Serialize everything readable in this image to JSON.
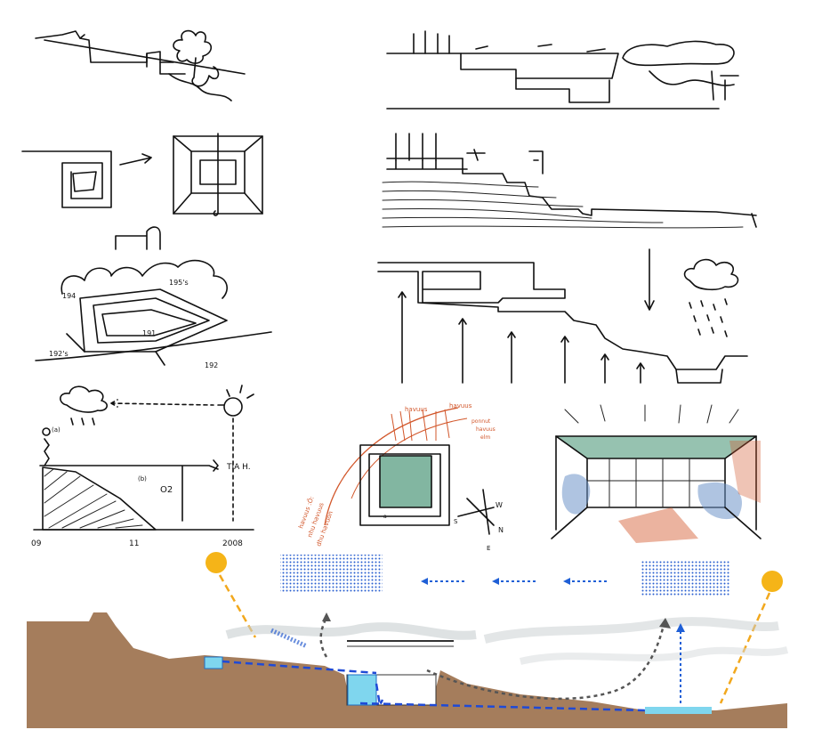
{
  "colors": {
    "ink": "#111111",
    "earth": "#a57d5c",
    "water": "#7fd6ee",
    "water_stroke": "#1d6fc4",
    "sun": "#f5b418",
    "sun_ray": "#f2a81d",
    "rain_dots": "#2a5fd0",
    "flow_arrow": "#1f5fd6",
    "red_pen": "#d2572b",
    "watercolor_green": "#3f8f6f",
    "watercolor_blue": "#6d93c9"
  },
  "sketch_labels": {
    "plan_tl": "194",
    "plan_tr": "195's",
    "plan_center": "191",
    "plan_bl": "192's",
    "plan_br": "192",
    "graph_point_a": "(a)",
    "graph_point_b": "(b)",
    "graph_region": "O2",
    "graph_right": "TIA H.",
    "graph_x_left": "09",
    "graph_x_mid": "11",
    "graph_x_right": "2008",
    "plan_sketch_compass_w": "W",
    "plan_sketch_compass_n": "N",
    "plan_sketch_compass_e": "E",
    "plan_sketch_compass_s": "S",
    "plan_sketch_small": "a",
    "red_note_left_1": "havuus :Ö:",
    "red_note_left_2": "nhu havuus",
    "red_note_left_3": "dhu havuon",
    "red_note_top_1": "havuus",
    "red_note_top_2": "havuus",
    "red_note_right_1": "ponnut",
    "red_note_right_2": "havuus",
    "red_note_right_3": "elm"
  }
}
